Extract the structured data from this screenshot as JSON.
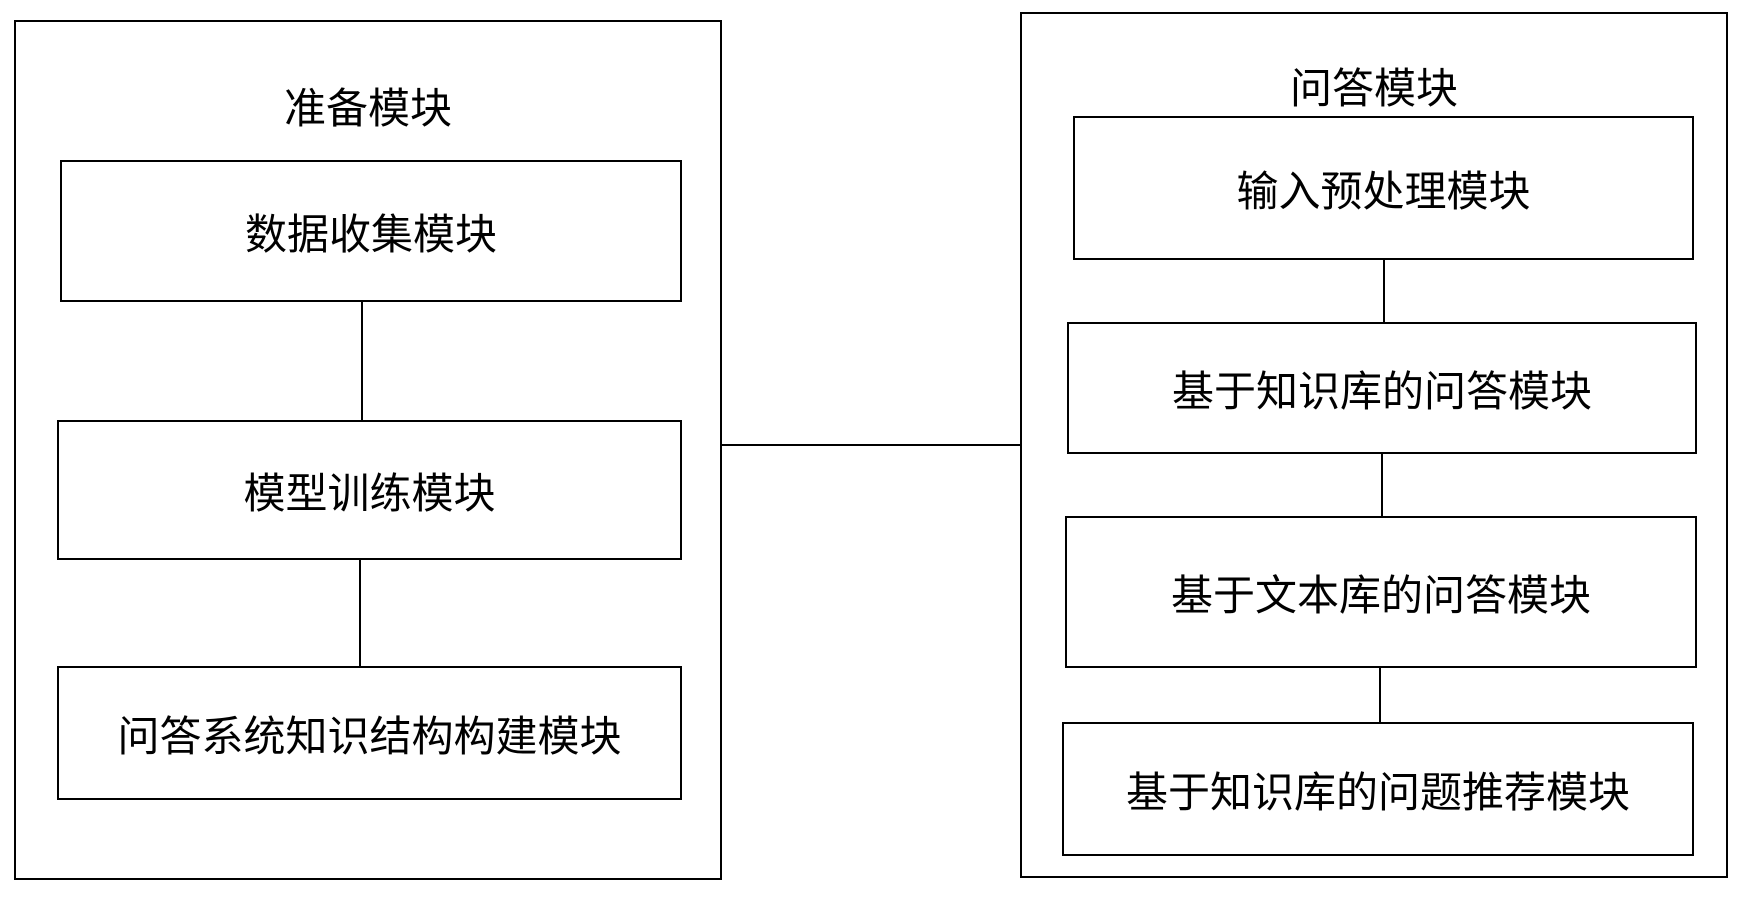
{
  "left_group": {
    "title": "准备模块",
    "modules": [
      "数据收集模块",
      "模型训练模块",
      "问答系统知识结构构建模块"
    ]
  },
  "right_group": {
    "title": "问答模块",
    "modules": [
      "输入预处理模块",
      "基于知识库的问答模块",
      "基于文本库的问答模块",
      "基于知识库的问题推荐模块"
    ]
  }
}
